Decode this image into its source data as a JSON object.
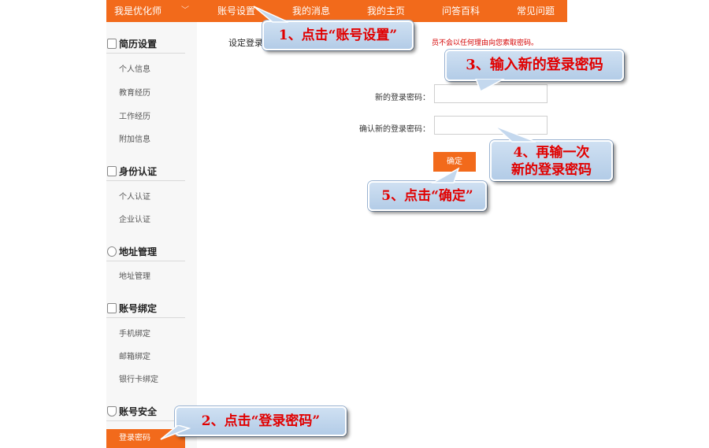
{
  "topnav": {
    "user_label": "我是优化师",
    "chevron": "﹀",
    "items": [
      "账号设置",
      "我的消息",
      "我的主页",
      "问答百科",
      "常见问题"
    ]
  },
  "sidebar": {
    "sections": [
      {
        "title": "简历设置",
        "icon": "resume-icon",
        "items": [
          "个人信息",
          "教育经历",
          "工作经历",
          "附加信息"
        ]
      },
      {
        "title": "身份认证",
        "icon": "id-card-icon",
        "items": [
          "个人认证",
          "企业认证"
        ]
      },
      {
        "title": "地址管理",
        "icon": "location-icon",
        "items": [
          "地址管理"
        ]
      },
      {
        "title": "账号绑定",
        "icon": "link-icon",
        "items": [
          "手机绑定",
          "邮箱绑定",
          "银行卡绑定"
        ]
      },
      {
        "title": "账号安全",
        "icon": "shield-icon",
        "items": [
          "登录密码"
        ]
      }
    ]
  },
  "main": {
    "title": "设定登录",
    "warning": "员不会以任何理由向您索取密码。",
    "new_password_label": "新的登录密码：",
    "confirm_password_label": "确认新的登录密码：",
    "confirm_button": "确定"
  },
  "callouts": {
    "step1": "1、点击“账号设置”",
    "step2": "2、点击“登录密码”",
    "step3": "3、输入新的登录密码",
    "step4_line1": "4、再输一次",
    "step4_line2": "新的登录密码",
    "step5": "5、点击“确定”"
  },
  "colors": {
    "accent": "#f26a1b",
    "callout_text": "#e10000",
    "callout_bg": "#c4d8ee"
  }
}
